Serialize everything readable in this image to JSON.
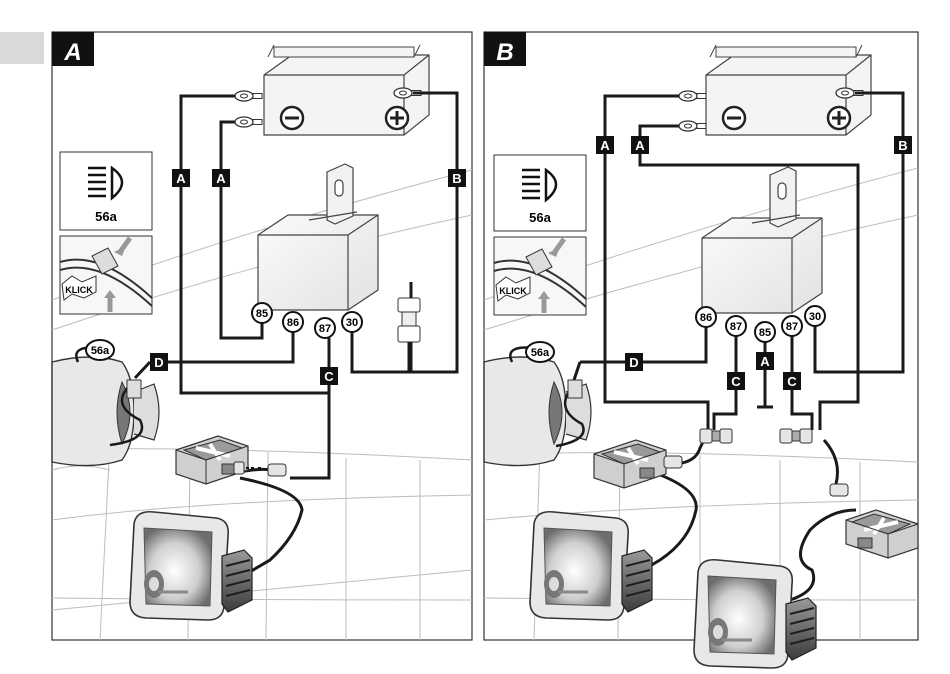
{
  "panels": [
    {
      "id": "A",
      "label": "A"
    },
    {
      "id": "B",
      "label": "B"
    }
  ],
  "battery": {
    "minus": "⊖",
    "plus": "⊕"
  },
  "headlight_symbol": {
    "label": "56a"
  },
  "klick": "KLICK",
  "terminals": {
    "t85": "85",
    "t86": "86",
    "t87": "87",
    "t30": "30"
  },
  "tag_56a": "56a",
  "wire_labels": {
    "a": "A",
    "b": "B",
    "c": "C",
    "d": "D"
  },
  "colors": {
    "wire": "#1a1a1a",
    "line_art": "#b4b4b4",
    "label_bg": "#111111",
    "label_fg": "#ffffff"
  }
}
